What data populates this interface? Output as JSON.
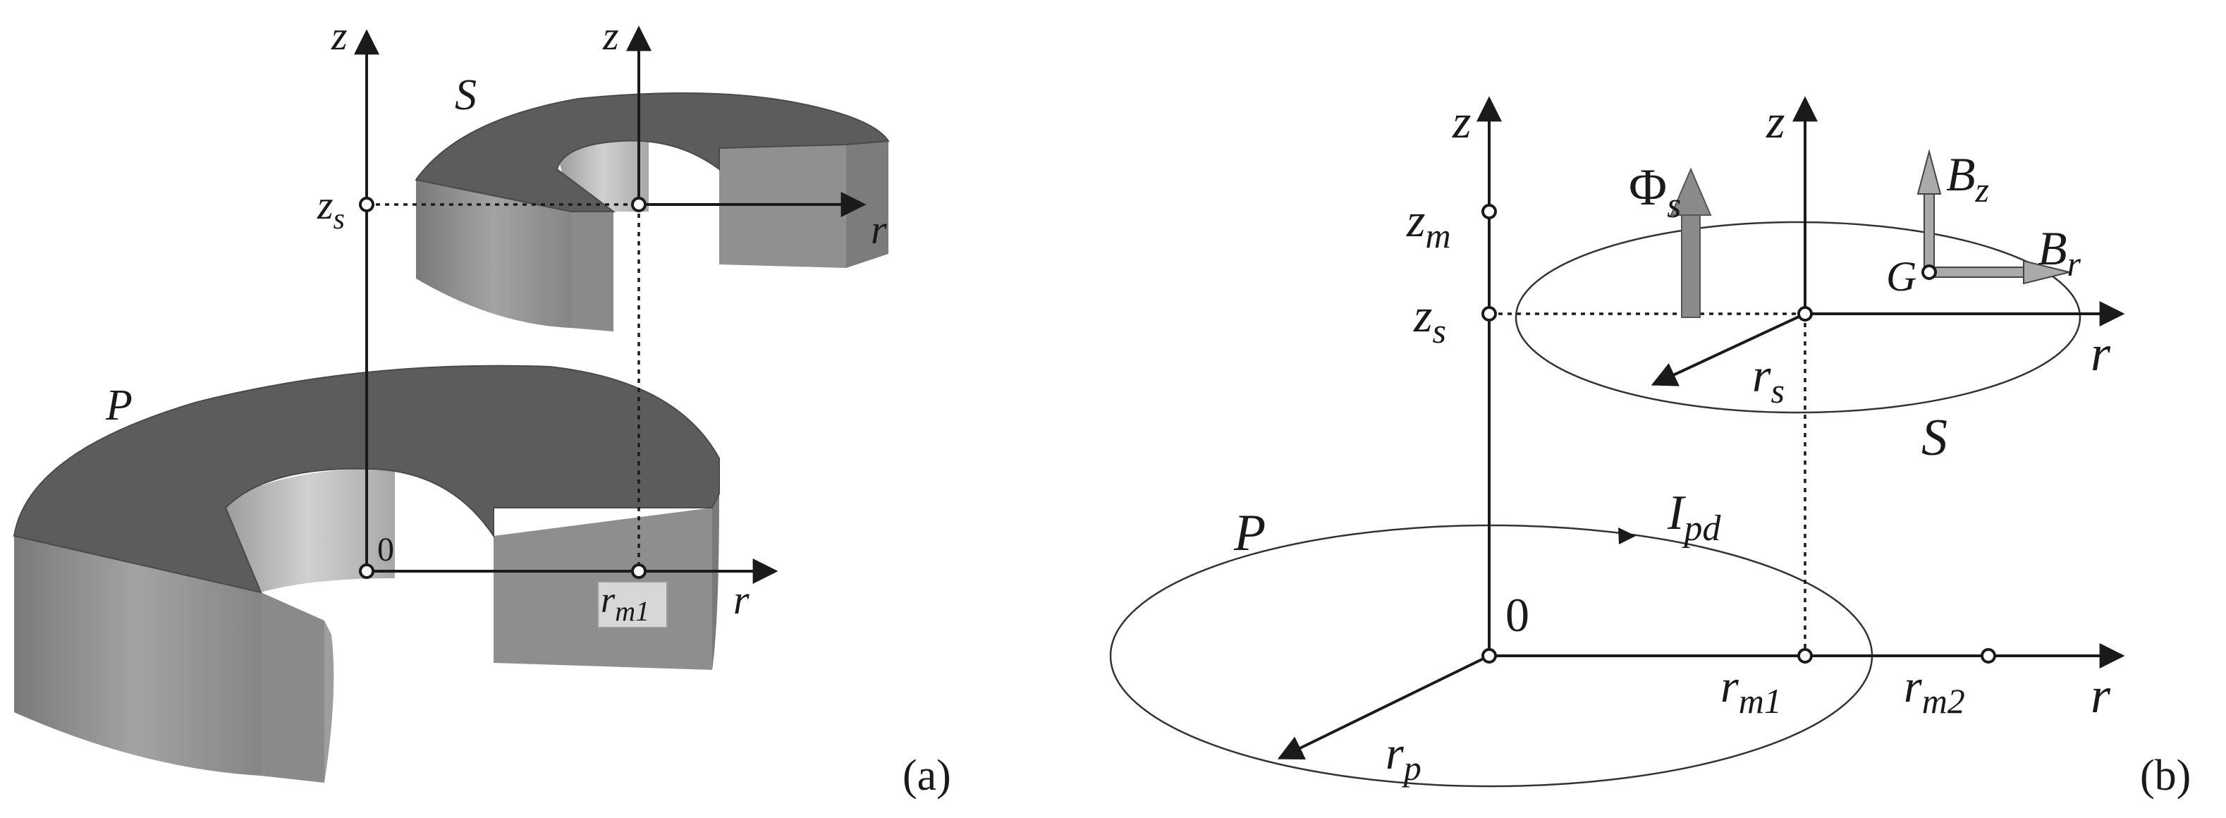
{
  "panel_a": {
    "tag": "(a)",
    "labels": {
      "z_left": "z",
      "z_right": "z",
      "coil_s": "S",
      "coil_p": "P",
      "zs": "z",
      "zs_sub": "s",
      "r_top": "r",
      "origin": "0",
      "rm1": "r",
      "rm1_sub": "m1",
      "r_bottom": "r"
    }
  },
  "panel_b": {
    "tag": "(b)",
    "labels": {
      "z_left": "z",
      "z_right": "z",
      "zm": "z",
      "zm_sub": "m",
      "zs": "z",
      "zs_sub": "s",
      "phi": "Φ",
      "phi_sub": "s",
      "bz": "B",
      "bz_sub": "z",
      "br": "B",
      "br_sub": "r",
      "g": "G",
      "r_top": "r",
      "rs": "r",
      "rs_sub": "s",
      "coil_s": "S",
      "ipd": "I",
      "ipd_sub": "pd",
      "coil_p": "P",
      "origin": "0",
      "rm1": "r",
      "rm1_sub": "m1",
      "rm2": "r",
      "rm2_sub": "m2",
      "r_bottom": "r",
      "rp": "r",
      "rp_sub": "p"
    }
  },
  "colors": {
    "ink": "#1a1a1a",
    "coil_top": "#5c5c5c",
    "coil_side": "#8f8f8f",
    "coil_inner": "#b8b8b8"
  }
}
